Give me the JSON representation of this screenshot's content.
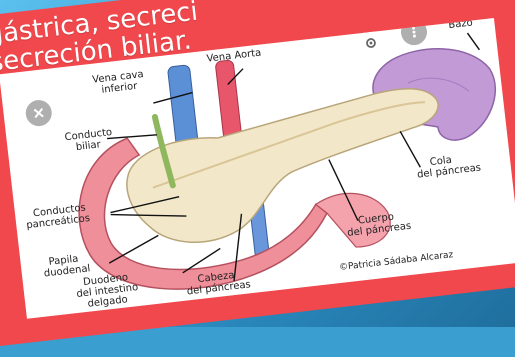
{
  "caption": {
    "line1": "gástrica, secreci",
    "line2": "secreción biliar."
  },
  "labels": {
    "vena_cava": "Vena cava",
    "vena_cava_2": "inferior",
    "vena_aorta": "Vena Aorta",
    "bazo": "Bazo",
    "conducto_biliar": "Conducto",
    "conducto_biliar_2": "biliar",
    "cola": "Cola",
    "cola_2": "del páncreas",
    "conductos_pancreaticos": "Conductos",
    "conductos_pancreaticos_2": "pancreáticos",
    "papila": "Papila",
    "papila_2": "duodenal",
    "cuerpo": "Cuerpo",
    "cuerpo_2": "del páncreas",
    "duodeno": "Duodeno",
    "duodeno_2": "del intestino",
    "duodeno_3": "delgado",
    "cabeza": "Cabeza",
    "cabeza_2": "del páncreas",
    "credit": "©Patricia Sádaba Alcaraz"
  },
  "icons": {
    "close": "close-icon",
    "lens": "lens-icon",
    "more": "more-icon"
  },
  "colors": {
    "background_blue": "#2d8fc4",
    "red_band": "#f0484c",
    "pancreas": "#f1e7c7",
    "intestine": "#ef8f9a",
    "spleen": "#b88fd0",
    "vein": "#5e8fd6",
    "artery": "#e8566b"
  }
}
